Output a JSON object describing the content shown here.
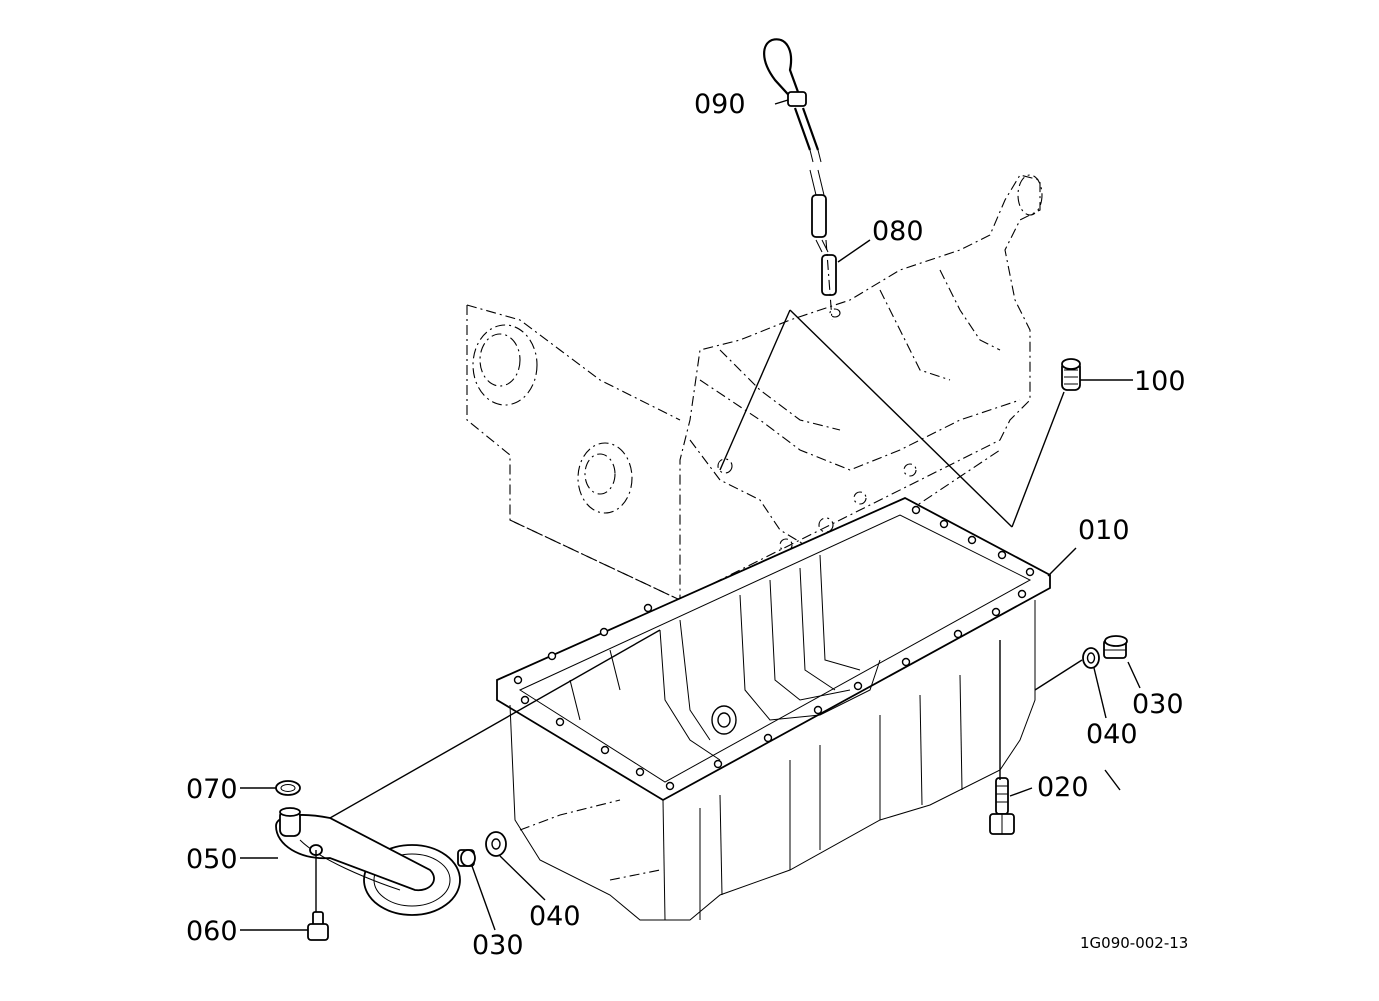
{
  "labels": {
    "p010": "010",
    "p020": "020",
    "p030a": "030",
    "p030b": "030",
    "p040a": "040",
    "p040b": "040",
    "p050": "050",
    "p060": "060",
    "p070": "070",
    "p080": "080",
    "p090": "090",
    "p100": "100"
  },
  "drawing_code": "1G090-002-13"
}
